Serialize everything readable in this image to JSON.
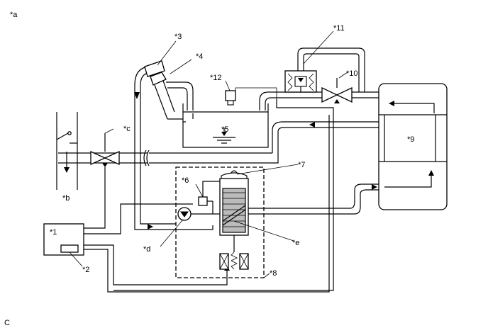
{
  "labels": {
    "a": "*a",
    "b": "*b",
    "c": "*c",
    "d": "*d",
    "e": "*e",
    "n1": "*1",
    "n2": "*2",
    "n3": "*3",
    "n4": "*4",
    "n5": "*5",
    "n6": "*6",
    "n7": "*7",
    "n8": "*8",
    "n9": "*9",
    "n10": "*10",
    "n11": "*11",
    "n12": "*12",
    "corner": "C"
  }
}
